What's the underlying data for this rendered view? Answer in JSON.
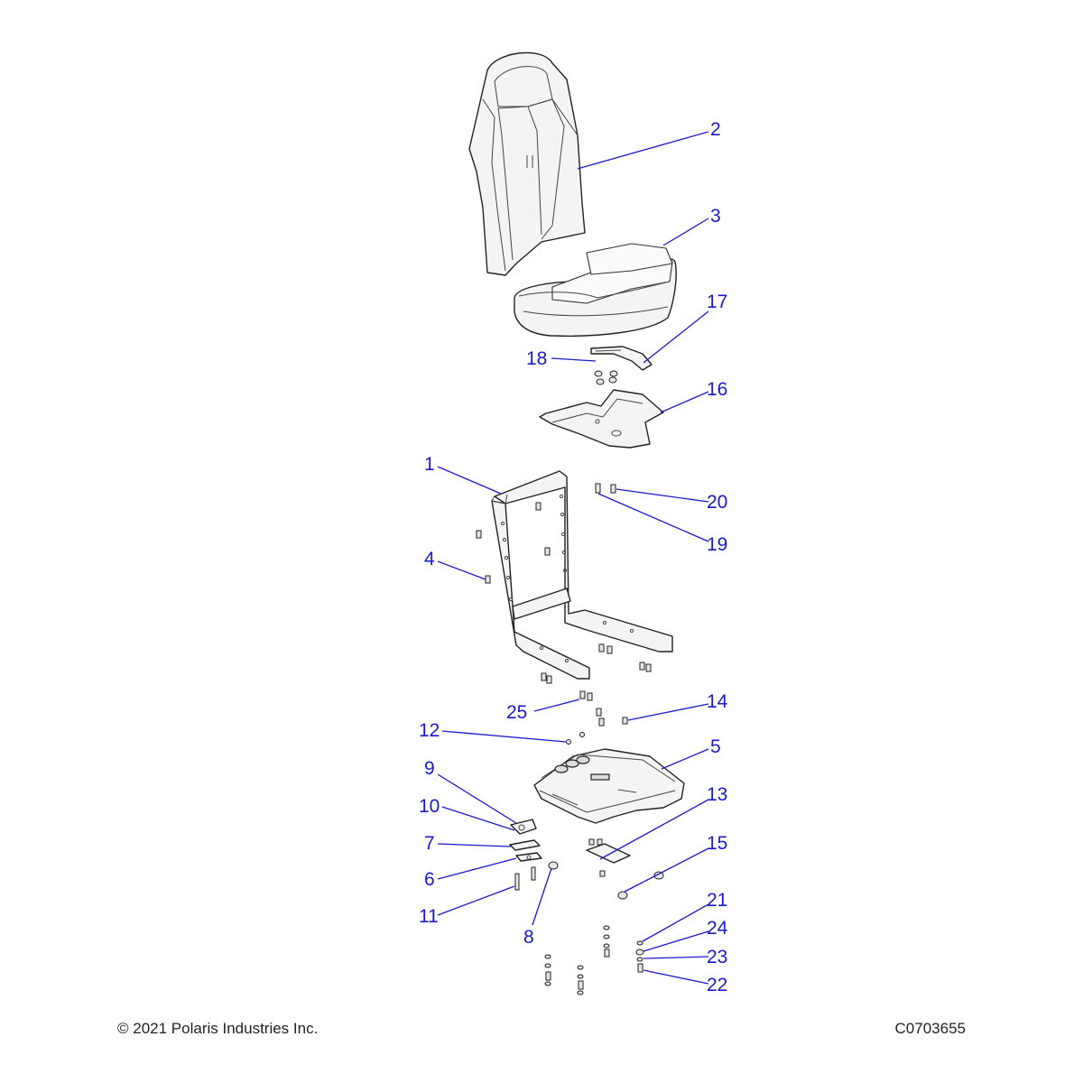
{
  "callouts": {
    "c1": "1",
    "c2": "2",
    "c3": "3",
    "c4": "4",
    "c5": "5",
    "c6": "6",
    "c7": "7",
    "c8": "8",
    "c9": "9",
    "c10": "10",
    "c11": "11",
    "c12": "12",
    "c13": "13",
    "c14": "14",
    "c15": "15",
    "c16": "16",
    "c17": "17",
    "c18": "18",
    "c19": "19",
    "c20": "20",
    "c21": "21",
    "c22": "22",
    "c23": "23",
    "c24": "24",
    "c25": "25"
  },
  "footer": {
    "copyright": "© 2021 Polaris Industries Inc.",
    "figure_code": "C0703655"
  },
  "colors": {
    "callout": "#1a1acc",
    "linework": "#222222"
  }
}
